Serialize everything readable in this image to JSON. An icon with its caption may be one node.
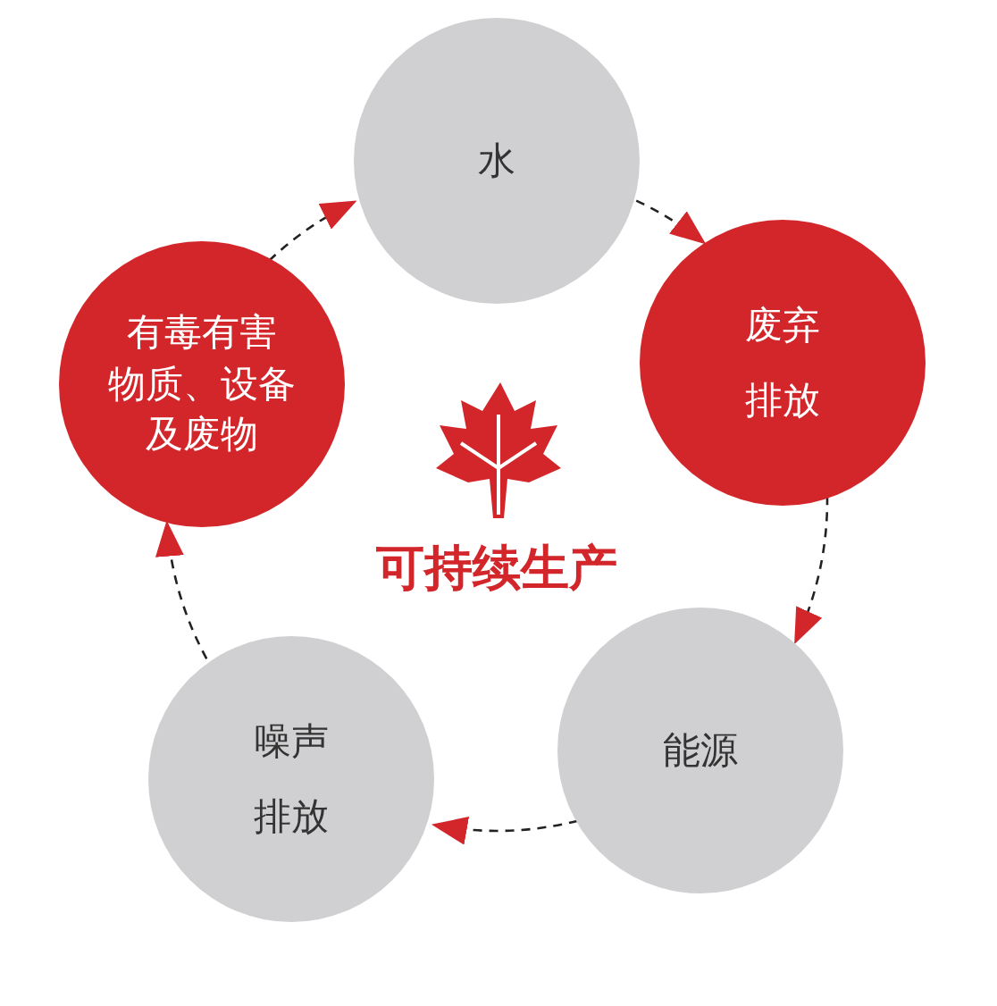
{
  "diagram": {
    "nodes": [
      {
        "text": [
          "水"
        ]
      },
      {
        "text": [
          "废弃排放"
        ]
      },
      {
        "text": [
          "能源"
        ]
      },
      {
        "text": [
          "噪声排放"
        ]
      },
      {
        "text": [
          "有毒有害物质、设备及废物"
        ]
      }
    ],
    "edges": [
      {
        "from": 0,
        "to": 1,
        "arrow": "to",
        "style": "dashed"
      },
      {
        "from": 1,
        "to": 2,
        "arrow": "to",
        "style": "dashed"
      },
      {
        "from": 2,
        "to": 3,
        "arrow": "to",
        "style": "dashed"
      },
      {
        "from": 3,
        "to": 4,
        "arrow": "to",
        "style": "dashed"
      },
      {
        "from": 4,
        "to": 0,
        "arrow": "to",
        "style": "dashed"
      }
    ],
    "labels": [
      "可持续生产"
    ]
  }
}
